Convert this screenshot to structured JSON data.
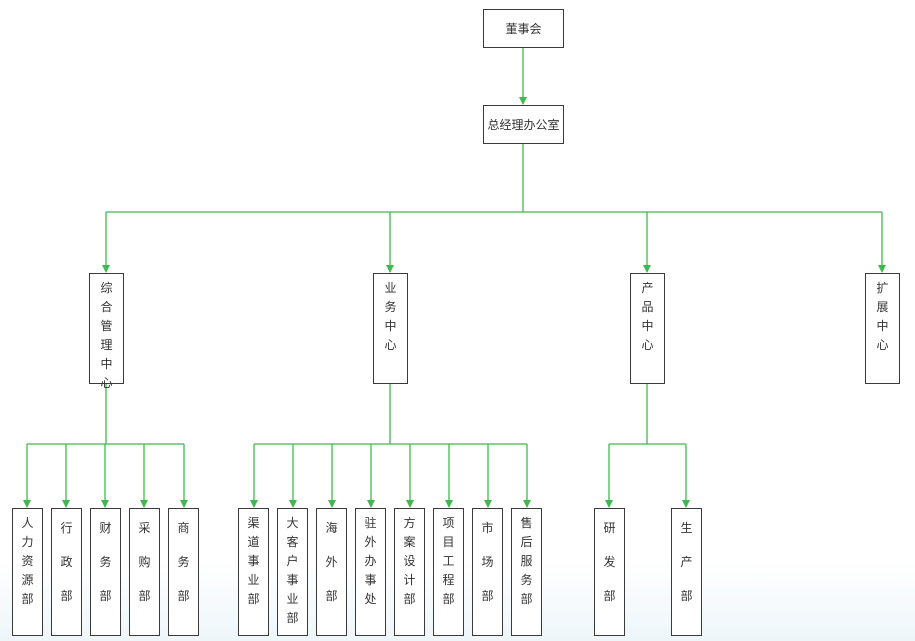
{
  "colors": {
    "connector": "#3fb94f",
    "box_border": "#3a3a3a",
    "text": "#333333"
  },
  "nodes": {
    "board": "董事会",
    "gm_office": "总经理办公室",
    "centers": {
      "general": "综合管理中心",
      "business": "业务中心",
      "product": "产品中心",
      "expansion": "扩展中心"
    },
    "departments": {
      "hr": "人力资源部",
      "admin": "行政部",
      "finance": "财务部",
      "purchasing": "采购部",
      "commerce": "商务部",
      "channel": "渠道事业部",
      "key_account": "大客户事业部",
      "overseas": "海外部",
      "foreign_office": "驻外办事处",
      "solution_design": "方案设计部",
      "project_engineering": "项目工程部",
      "market": "市场部",
      "after_sales": "售后服务部",
      "rd": "研发部",
      "production": "生产部"
    }
  }
}
